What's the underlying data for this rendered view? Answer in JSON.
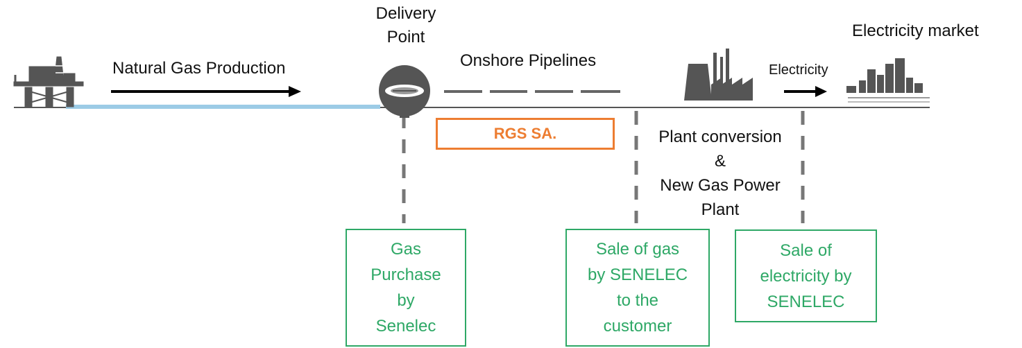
{
  "labels": {
    "natural_gas_production": "Natural Gas Production",
    "delivery_point": [
      "Delivery",
      "Point"
    ],
    "onshore_pipelines": "Onshore Pipelines",
    "electricity": "Electricity",
    "electricity_market": "Electricity market",
    "plant_conversion": [
      "Plant conversion",
      "&",
      "New  Gas Power",
      "Plant"
    ]
  },
  "operator_box": {
    "label": "RGS SA."
  },
  "transaction_boxes": [
    {
      "lines": [
        "Gas",
        "Purchase",
        "by",
        "Senelec"
      ]
    },
    {
      "lines": [
        "Sale of gas",
        "by SENELEC",
        "to the",
        "customer"
      ]
    },
    {
      "lines": [
        "Sale of",
        "electricity by",
        "SENELEC"
      ]
    }
  ],
  "icons": [
    "offshore-platform-icon",
    "meter-valve-icon",
    "power-plant-icon",
    "city-skyline-icon"
  ],
  "colors": {
    "accent_green": "#2ea866",
    "accent_orange": "#ed7d31",
    "water_blue": "#9ccbe6",
    "line_gray": "#555555"
  }
}
